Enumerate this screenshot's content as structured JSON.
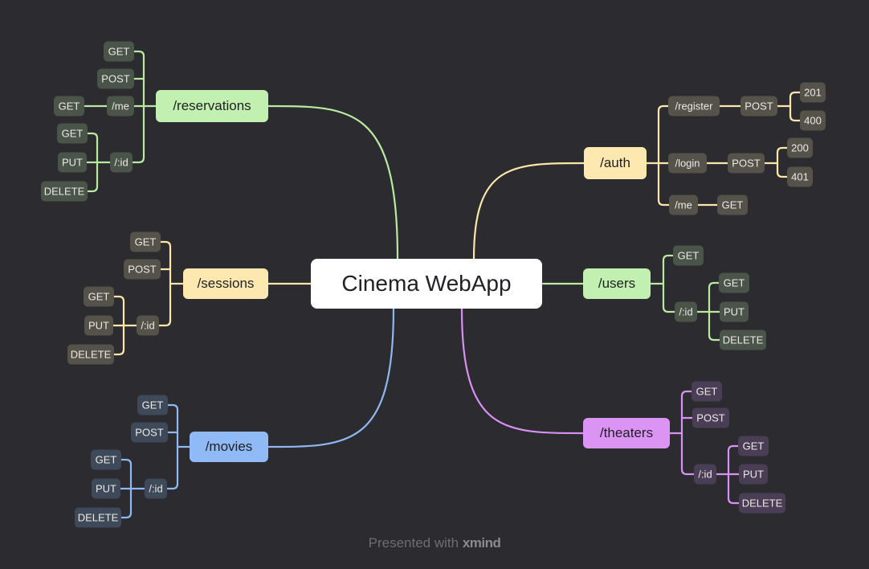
{
  "root": "Cinema WebApp",
  "footer": {
    "prefix": "Presented with",
    "brand": "xmind"
  },
  "colors": {
    "background": "#2b2b30",
    "reservations": {
      "line": "#b8eba0",
      "main": "#c2f0b0",
      "leaf": "#4a5448"
    },
    "sessions": {
      "line": "#fce7a8",
      "main": "#fde9b0",
      "leaf": "#55524a"
    },
    "movies": {
      "line": "#8fb8f2",
      "main": "#8fbaf6",
      "leaf": "#3e4a5a"
    },
    "auth": {
      "line": "#fce7a8",
      "main": "#fde9b0",
      "leaf": "#55524a"
    },
    "users": {
      "line": "#b8eba0",
      "main": "#c2f0b0",
      "leaf": "#4a5448"
    },
    "theaters": {
      "line": "#d890f2",
      "main": "#dc94f4",
      "leaf": "#4a3e56"
    }
  },
  "branches": {
    "reservations": {
      "label": "/reservations",
      "children": [
        {
          "label": "GET"
        },
        {
          "label": "POST"
        },
        {
          "label": "/me",
          "children": [
            {
              "label": "GET"
            }
          ]
        },
        {
          "label": "/:id",
          "children": [
            {
              "label": "GET"
            },
            {
              "label": "PUT"
            },
            {
              "label": "DELETE"
            }
          ]
        }
      ]
    },
    "sessions": {
      "label": "/sessions",
      "children": [
        {
          "label": "GET"
        },
        {
          "label": "POST"
        },
        {
          "label": "/:id",
          "children": [
            {
              "label": "GET"
            },
            {
              "label": "PUT"
            },
            {
              "label": "DELETE"
            }
          ]
        }
      ]
    },
    "movies": {
      "label": "/movies",
      "children": [
        {
          "label": "GET"
        },
        {
          "label": "POST"
        },
        {
          "label": "/:id",
          "children": [
            {
              "label": "GET"
            },
            {
              "label": "PUT"
            },
            {
              "label": "DELETE"
            }
          ]
        }
      ]
    },
    "auth": {
      "label": "/auth",
      "children": [
        {
          "label": "/register",
          "children": [
            {
              "label": "POST",
              "children": [
                {
                  "label": "201"
                },
                {
                  "label": "400"
                }
              ]
            }
          ]
        },
        {
          "label": "/login",
          "children": [
            {
              "label": "POST",
              "children": [
                {
                  "label": "200"
                },
                {
                  "label": "401"
                }
              ]
            }
          ]
        },
        {
          "label": "/me",
          "children": [
            {
              "label": "GET"
            }
          ]
        }
      ]
    },
    "users": {
      "label": "/users",
      "children": [
        {
          "label": "GET"
        },
        {
          "label": "/:id",
          "children": [
            {
              "label": "GET"
            },
            {
              "label": "PUT"
            },
            {
              "label": "DELETE"
            }
          ]
        }
      ]
    },
    "theaters": {
      "label": "/theaters",
      "children": [
        {
          "label": "GET"
        },
        {
          "label": "POST"
        },
        {
          "label": "/:id",
          "children": [
            {
              "label": "GET"
            },
            {
              "label": "PUT"
            },
            {
              "label": "DELETE"
            }
          ]
        }
      ]
    }
  }
}
